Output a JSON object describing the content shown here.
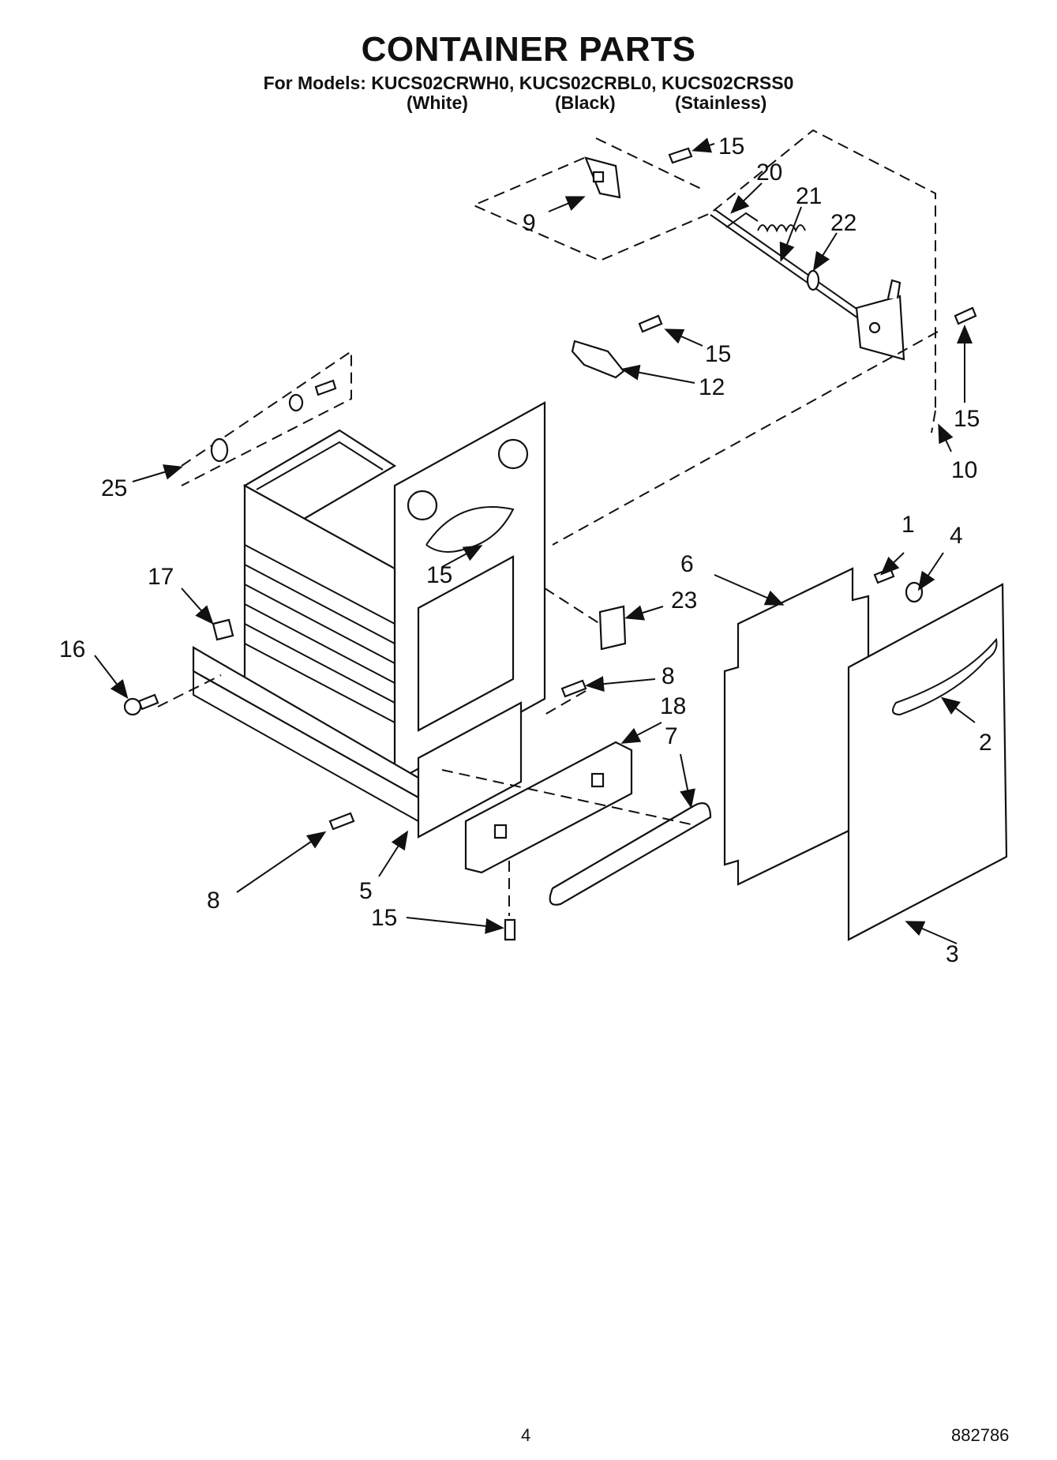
{
  "header": {
    "title": "CONTAINER PARTS",
    "models_line": "For Models: KUCS02CRWH0, KUCS02CRBL0, KUCS02CRSS0",
    "variants": [
      "(White)",
      "(Black)",
      "(Stainless)"
    ]
  },
  "callouts": {
    "c1": "1",
    "c2": "2",
    "c3": "3",
    "c4": "4",
    "c5": "5",
    "c6": "6",
    "c7": "7",
    "c8a": "8",
    "c8b": "8",
    "c9": "9",
    "c10": "10",
    "c12": "12",
    "c15a": "15",
    "c15b": "15",
    "c15c": "15",
    "c15d": "15",
    "c15e": "15",
    "c16": "16",
    "c17": "17",
    "c18": "18",
    "c20": "20",
    "c21": "21",
    "c22": "22",
    "c23": "23",
    "c25": "25"
  },
  "footer": {
    "page_number": "4",
    "doc_number": "882786"
  }
}
